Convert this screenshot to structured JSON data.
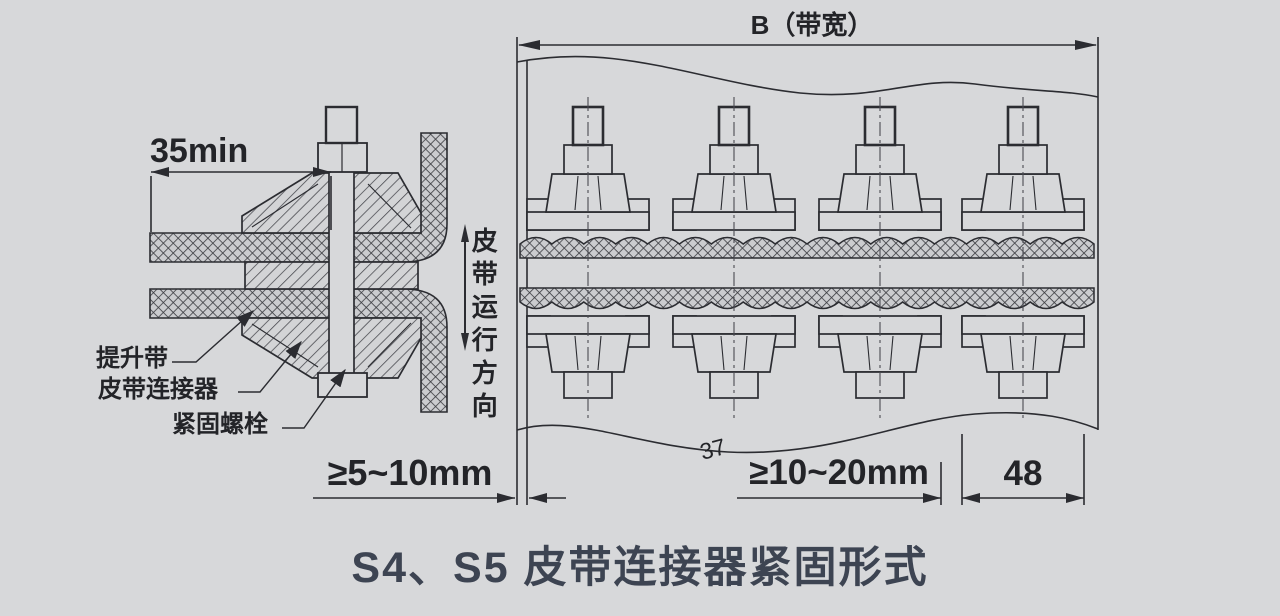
{
  "colors": {
    "background": "#d7d8da",
    "line": "#2b2c31",
    "text": "#232428",
    "caption_text": "#3d4452"
  },
  "left_view": {
    "dim_min_width": "35min",
    "dim_end_gap": "≥5~10mm",
    "belt_direction": "皮带运行方向",
    "labels": {
      "lifting_belt": "提升带",
      "belt_connector": "皮带连接器",
      "fastening_bolt": "紧固螺栓"
    }
  },
  "right_view": {
    "dim_belt_width": "B（带宽）",
    "dim_bolt_spacing": "≥10~20mm",
    "dim_edge_distance": "48",
    "page_number": "37",
    "bolt_count": 4
  },
  "caption": {
    "title": "S4、S5 皮带连接器紧固形式"
  }
}
